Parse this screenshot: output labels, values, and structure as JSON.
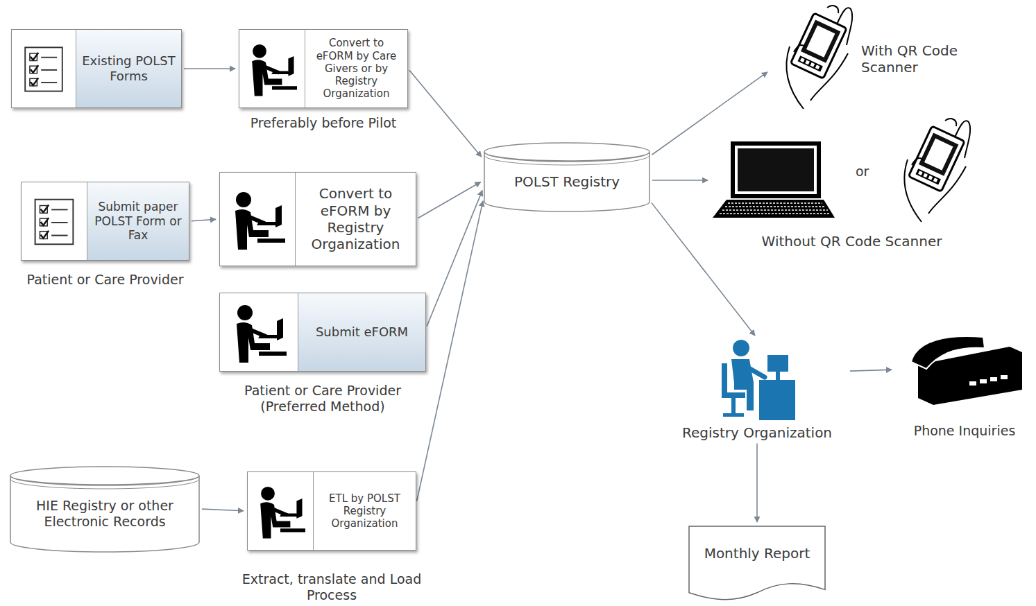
{
  "diagram": {
    "nodes": [
      {
        "text": [
          "Existing POLST Forms"
        ]
      },
      {
        "text": [
          "Convert to eFORM by Care Givers or by Registry Organization",
          "Preferably before Pilot"
        ]
      },
      {
        "text": [
          "Submit paper POLST Form or Fax",
          "Patient or Care Provider"
        ]
      },
      {
        "text": [
          "Convert to eFORM by Registry Organization"
        ]
      },
      {
        "text": [
          "Submit eFORM",
          "Patient or Care Provider (Preferred Method)"
        ]
      },
      {
        "text": [
          "HIE Registry or other Electronic Records"
        ]
      },
      {
        "text": [
          "ETL by POLST Registry Organization",
          "Extract, translate and Load Process"
        ]
      },
      {
        "text": [
          "POLST Registry"
        ]
      },
      {
        "text": [
          "With QR Code Scanner"
        ]
      },
      {
        "text": [
          "or",
          "Without QR Code Scanner"
        ]
      },
      {
        "text": [
          "Registry Organization"
        ]
      },
      {
        "text": [
          "Phone Inquiries"
        ]
      },
      {
        "text": [
          "Monthly Report"
        ]
      }
    ],
    "edges": [
      {
        "from": 0,
        "to": 1,
        "arrow": "to"
      },
      {
        "from": 1,
        "to": 7,
        "arrow": "to"
      },
      {
        "from": 2,
        "to": 3,
        "arrow": "to"
      },
      {
        "from": 3,
        "to": 7,
        "arrow": "to"
      },
      {
        "from": 4,
        "to": 7,
        "arrow": "to"
      },
      {
        "from": 5,
        "to": 6,
        "arrow": "to"
      },
      {
        "from": 6,
        "to": 7,
        "arrow": "to"
      },
      {
        "from": 7,
        "to": 8,
        "arrow": "to"
      },
      {
        "from": 7,
        "to": 9,
        "arrow": "to"
      },
      {
        "from": 7,
        "to": 10,
        "arrow": "to"
      },
      {
        "from": 10,
        "to": 11,
        "arrow": "to"
      },
      {
        "from": 10,
        "to": 12,
        "arrow": "to"
      }
    ]
  }
}
